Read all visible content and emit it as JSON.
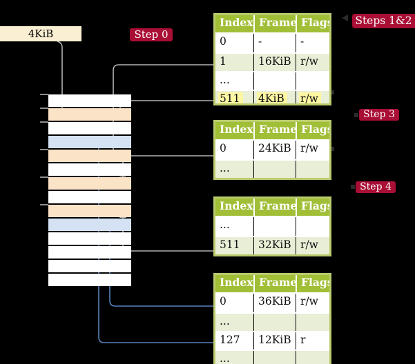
{
  "frame_label": {
    "text": "4KiB"
  },
  "step_badges": [
    {
      "id": "step-0",
      "label": "Step 0"
    },
    {
      "id": "steps-1-2",
      "label": "Steps 1&2"
    },
    {
      "id": "step-3",
      "label": "Step 3"
    },
    {
      "id": "step-4",
      "label": "Step 4"
    }
  ],
  "memory_stack": {
    "rows": [
      {
        "fill": "white"
      },
      {
        "fill": "orange"
      },
      {
        "fill": "white"
      },
      {
        "fill": "blue"
      },
      {
        "fill": "orange"
      },
      {
        "fill": "white"
      },
      {
        "fill": "orange"
      },
      {
        "fill": "white"
      },
      {
        "fill": "orange"
      },
      {
        "fill": "blue"
      },
      {
        "fill": "white"
      },
      {
        "fill": "white"
      },
      {
        "fill": "white"
      },
      {
        "fill": "white"
      }
    ]
  },
  "page_tables": [
    {
      "id": "table-steps-1-2",
      "headers": [
        "Index",
        "Frame",
        "Flags"
      ],
      "rows": [
        {
          "cells": [
            "0",
            "-",
            "-"
          ],
          "shade": "white",
          "highlight": false
        },
        {
          "cells": [
            "1",
            "16KiB",
            "r/w"
          ],
          "shade": "green",
          "highlight": false
        },
        {
          "cells": [
            "...",
            "",
            ""
          ],
          "shade": "white",
          "highlight": false
        },
        {
          "cells": [
            "511",
            "4KiB",
            "r/w"
          ],
          "shade": "green",
          "highlight": true
        }
      ]
    },
    {
      "id": "table-step-3",
      "headers": [
        "Index",
        "Frame",
        "Flags"
      ],
      "rows": [
        {
          "cells": [
            "0",
            "24KiB",
            "r/w"
          ],
          "shade": "white",
          "highlight": false
        },
        {
          "cells": [
            "...",
            "",
            ""
          ],
          "shade": "green",
          "highlight": false
        }
      ]
    },
    {
      "id": "table-step-4",
      "headers": [
        "Index",
        "Frame",
        "Flags"
      ],
      "rows": [
        {
          "cells": [
            "...",
            "",
            ""
          ],
          "shade": "white",
          "highlight": false
        },
        {
          "cells": [
            "511",
            "32KiB",
            "r/w"
          ],
          "shade": "green",
          "highlight": false
        }
      ]
    },
    {
      "id": "table-last-level",
      "headers": [
        "Index",
        "Frame",
        "Flags"
      ],
      "rows": [
        {
          "cells": [
            "0",
            "36KiB",
            "r/w"
          ],
          "shade": "white",
          "highlight": false
        },
        {
          "cells": [
            "...",
            "",
            ""
          ],
          "shade": "green",
          "highlight": false
        },
        {
          "cells": [
            "127",
            "12KiB",
            "r"
          ],
          "shade": "white",
          "highlight": false
        },
        {
          "cells": [
            "...",
            "",
            ""
          ],
          "shade": "green",
          "highlight": false
        }
      ]
    }
  ],
  "colors": {
    "background": "#000000",
    "frame_label_bg": "#FAEFD2",
    "badge_red": "#A90E35",
    "table_header_green": "#A1BE37",
    "table_border_green": "#B9CA6C",
    "row_green": "#E9EED7",
    "row_orange": "#FBE3C8",
    "row_blue": "#D5E2F4",
    "highlight_yellow": "#FDF6A3",
    "connector_gray": "#B3B3B3",
    "connector_blue": "#5B81BD",
    "tick_gray": "#8C8C8C"
  }
}
